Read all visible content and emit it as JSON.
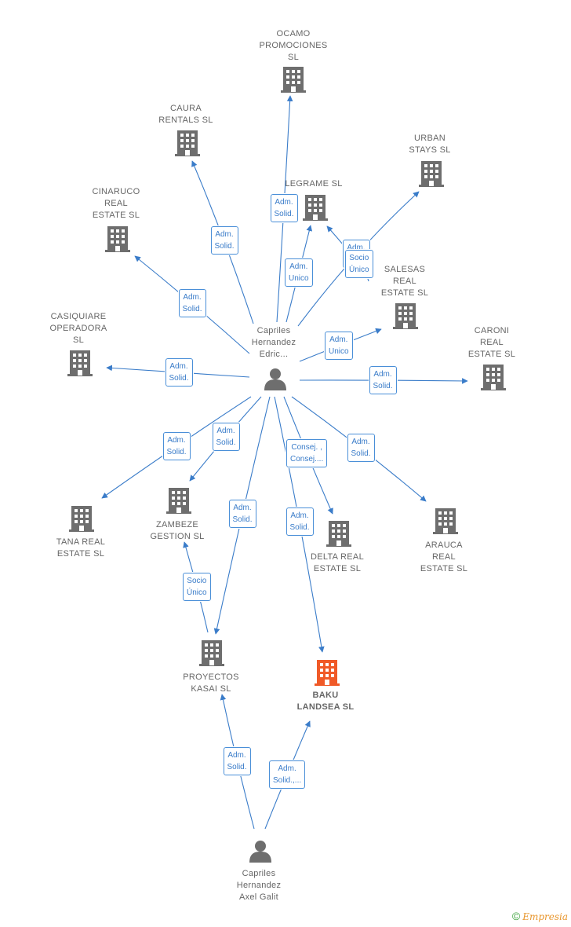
{
  "colors": {
    "edge": "#3a7cc9",
    "icon": "#6e6e6e",
    "highlight": "#f05a28"
  },
  "nodes": [
    {
      "id": "ocamo",
      "label": "OCAMO\nPROMOCIONES\nSL",
      "type": "company"
    },
    {
      "id": "caura",
      "label": "CAURA\nRENTALS  SL",
      "type": "company"
    },
    {
      "id": "urban",
      "label": "URBAN\nSTAYS  SL",
      "type": "company"
    },
    {
      "id": "legrame",
      "label": "LEGRAME  SL",
      "type": "company"
    },
    {
      "id": "cinaruco",
      "label": "CINARUCO\nREAL\nESTATE  SL",
      "type": "company"
    },
    {
      "id": "salesas",
      "label": "SALESAS\nREAL\nESTATE  SL",
      "type": "company"
    },
    {
      "id": "casiquiare",
      "label": "CASIQUIARE\nOPERADORA\nSL",
      "type": "company"
    },
    {
      "id": "caroni",
      "label": "CARONI\nREAL\nESTATE  SL",
      "type": "company"
    },
    {
      "id": "edric",
      "label": "Capriles\nHernandez\nEdric...",
      "type": "person"
    },
    {
      "id": "tana",
      "label": "TANA REAL\nESTATE  SL",
      "type": "company"
    },
    {
      "id": "zambeze",
      "label": "ZAMBEZE\nGESTION  SL",
      "type": "company"
    },
    {
      "id": "delta",
      "label": "DELTA REAL\nESTATE SL",
      "type": "company"
    },
    {
      "id": "arauca",
      "label": "ARAUCA\nREAL\nESTATE  SL",
      "type": "company"
    },
    {
      "id": "kasai",
      "label": "PROYECTOS\nKASAI  SL",
      "type": "company"
    },
    {
      "id": "baku",
      "label": "BAKU\nLANDSEA  SL",
      "type": "company",
      "highlight": true
    },
    {
      "id": "axel",
      "label": "Capriles\nHernandez\nAxel Galit",
      "type": "person"
    }
  ],
  "edges": [
    {
      "from": "edric",
      "to": "ocamo",
      "label": "Adm.\nSolid."
    },
    {
      "from": "edric",
      "to": "caura",
      "label": "Adm.\nSolid."
    },
    {
      "from": "edric",
      "to": "legrame",
      "label": "Adm.\nUnico"
    },
    {
      "from": "edric",
      "to": "urban",
      "label": "Adm.\nSolid."
    },
    {
      "from": "salesas",
      "to": "legrame",
      "label": "Socio\nÚnico"
    },
    {
      "from": "edric",
      "to": "cinaruco",
      "label": "Adm.\nSolid."
    },
    {
      "from": "edric",
      "to": "salesas",
      "label": "Adm.\nUnico"
    },
    {
      "from": "edric",
      "to": "casiquiare",
      "label": "Adm.\nSolid."
    },
    {
      "from": "edric",
      "to": "caroni",
      "label": "Adm.\nSolid."
    },
    {
      "from": "edric",
      "to": "tana",
      "label": "Adm.\nSolid."
    },
    {
      "from": "edric",
      "to": "zambeze",
      "label": "Adm.\nSolid."
    },
    {
      "from": "edric",
      "to": "kasai",
      "label": "Adm.\nSolid."
    },
    {
      "from": "edric",
      "to": "delta",
      "label": "Consej. ,\nConsej...."
    },
    {
      "from": "edric",
      "to": "baku",
      "label": "Adm.\nSolid."
    },
    {
      "from": "edric",
      "to": "arauca",
      "label": "Adm.\nSolid."
    },
    {
      "from": "kasai",
      "to": "zambeze",
      "label": "Socio\nÚnico"
    },
    {
      "from": "axel",
      "to": "kasai",
      "label": "Adm.\nSolid."
    },
    {
      "from": "axel",
      "to": "baku",
      "label": "Adm.\nSolid.,..."
    }
  ],
  "footer": {
    "copyright_symbol": "©",
    "brand": "Empresia"
  }
}
